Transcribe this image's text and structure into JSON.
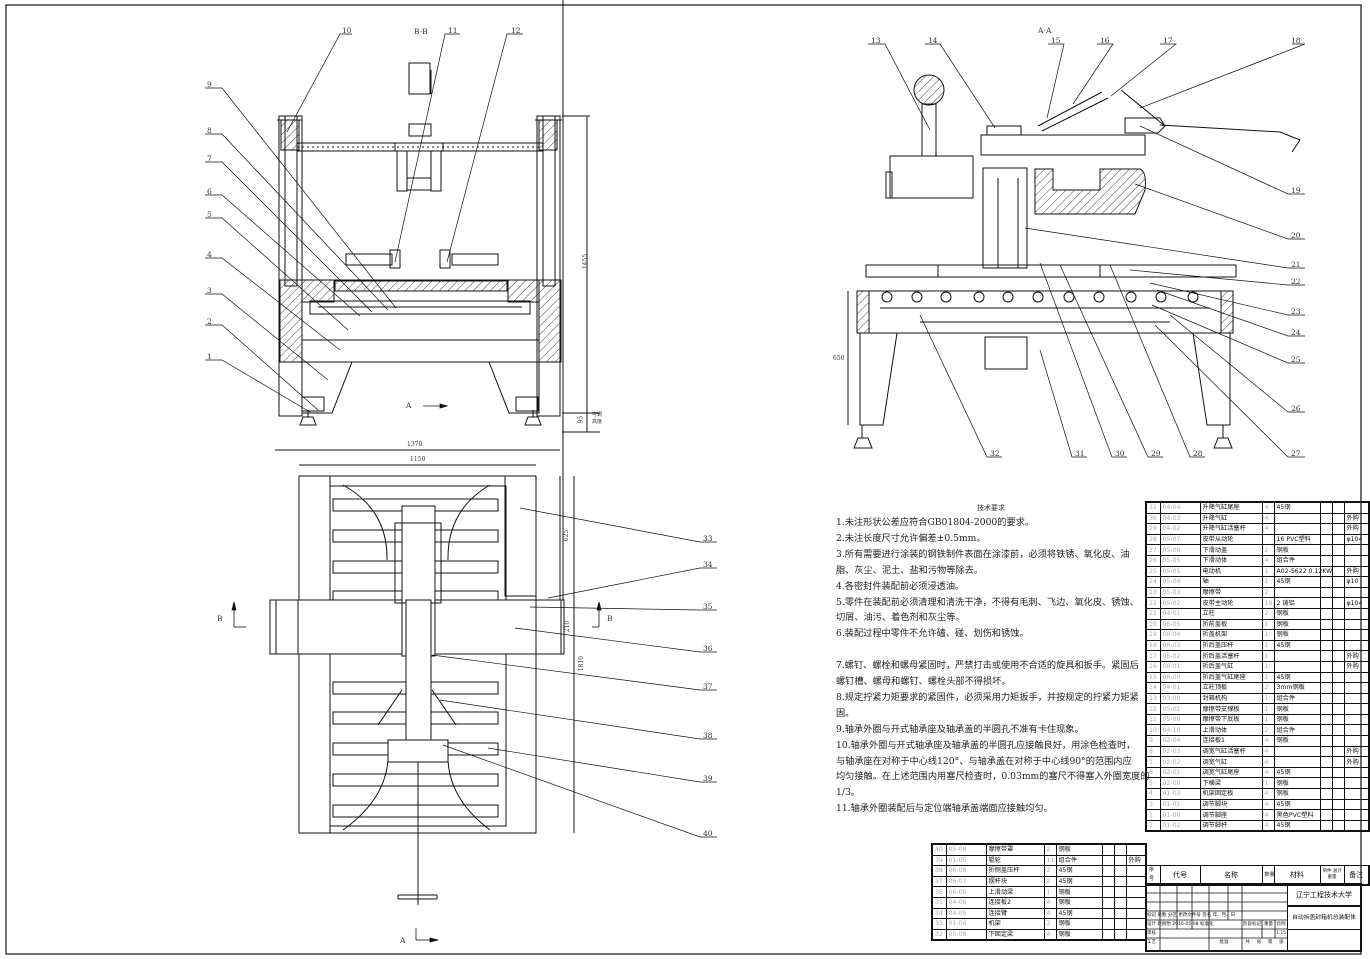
{
  "drawing": {
    "view_titles": {
      "section_bb": "B-B",
      "section_aa": "A-A"
    },
    "section_markers": {
      "a_top": "A",
      "a_bottom": "A",
      "b_left": "B",
      "b_right": "B"
    },
    "dimensions": {
      "front_height": "1455",
      "adjustable_height": "95",
      "adjustable_note": "可调高度",
      "overall_width": "1370",
      "frame_width": "1150",
      "top_depth": "625",
      "beam_width": "210",
      "overall_length": "1810",
      "side_height": "650"
    },
    "balloons": [
      "1",
      "2",
      "3",
      "4",
      "5",
      "6",
      "7",
      "8",
      "9",
      "10",
      "11",
      "12",
      "13",
      "14",
      "15",
      "16",
      "17",
      "18",
      "19",
      "20",
      "21",
      "22",
      "23",
      "24",
      "25",
      "26",
      "27",
      "28",
      "29",
      "30",
      "31",
      "32",
      "33",
      "34",
      "35",
      "36",
      "37",
      "38",
      "39",
      "40"
    ]
  },
  "tech_requirements": {
    "title": "技术要求",
    "lines": [
      "1.未注形状公差应符合GB01804-2000的要求。",
      "2.未注长度尺寸允许偏差±0.5mm。",
      "3.所有需要进行涂装的钢铁制件表面在涂漆前，必须将铁锈、氧化皮、油",
      "脂、灰尘、泥土、盐和污物等除去。",
      "4.各密封件装配前必须浸透油。",
      "5.零件在装配前必须清理和清洗干净，不得有毛刺、飞边、氧化皮、锈蚀、",
      "切屑、油污、着色剂和灰尘等。",
      "6.装配过程中零件不允许磕、碰、划伤和锈蚀。",
      "",
      "7.螺钉、螺栓和螺母紧固时，严禁打击或使用不合适的旋具和扳手。紧固后",
      "螺钉槽、螺母和螺钉、螺栓头部不得损坏。",
      "8.规定拧紧力矩要求的紧固件，必须采用力矩扳手，并按规定的拧紧力矩紧",
      "固。",
      "9.轴承外圈与开式轴承座及轴承盖的半圆孔不准有卡住现象。",
      "10.轴承外圈与开式轴承座及轴承盖的半圆孔应接触良好，用涂色检查时，",
      "与轴承座在对称于中心线120°、与轴承盖在对称于中心线90°的范围内应",
      "均匀接触。在上述范围内用塞尺检查时，0.03mm的塞尺不得塞入外圈宽度的",
      "1/3。",
      "11.轴承外圈装配后与定位端轴承盖端面应接触均匀。"
    ]
  },
  "bom_right": [
    {
      "no": "31",
      "code": "04-04",
      "name": "升降气缸尾座",
      "qty": "4",
      "material": "45钢",
      "note": ""
    },
    {
      "no": "30",
      "code": "04-03",
      "name": "升降气缸",
      "qty": "4",
      "material": "",
      "note": "外购"
    },
    {
      "no": "29",
      "code": "04-02",
      "name": "升降气缸活塞杆",
      "qty": "4",
      "material": "",
      "note": "外购"
    },
    {
      "no": "28",
      "code": "05-07",
      "name": "皮带从动轮",
      "qty": "",
      "material": "16 PVC塑料",
      "note": "φ104"
    },
    {
      "no": "27",
      "code": "05-06",
      "name": "下滑动盖",
      "qty": "2",
      "material": "钢板",
      "note": ""
    },
    {
      "no": "26",
      "code": "05-05",
      "name": "下滑动体",
      "qty": "4",
      "material": "组合件",
      "note": ""
    },
    {
      "no": "25",
      "code": "05-05",
      "name": "电动机",
      "qty": "1",
      "material": "A02-5622 0.12KW",
      "note": "外购"
    },
    {
      "no": "24",
      "code": "05-04",
      "name": "轴",
      "qty": "1",
      "material": "45钢",
      "note": "φ10"
    },
    {
      "no": "23",
      "code": "05-03",
      "name": "摩擦带",
      "qty": "2",
      "material": "",
      "note": ""
    },
    {
      "no": "22",
      "code": "05-02",
      "name": "皮带主动轮",
      "qty": "18",
      "material": "2 铸铝",
      "note": "φ104"
    },
    {
      "no": "21",
      "code": "04-01",
      "name": "立柱",
      "qty": "2",
      "material": "钢板",
      "note": ""
    },
    {
      "no": "20",
      "code": "06-05",
      "name": "折前盖板",
      "qty": "1",
      "material": "钢板",
      "note": ""
    },
    {
      "no": "19",
      "code": "06-04",
      "name": "折盖机架",
      "qty": "1",
      "material": "钢板",
      "note": ""
    },
    {
      "no": "18",
      "code": "06-03",
      "name": "折后盖压杆",
      "qty": "1",
      "material": "45钢",
      "note": ""
    },
    {
      "no": "17",
      "code": "06-02",
      "name": "折后盖活塞杆",
      "qty": "1",
      "material": "",
      "note": "外购"
    },
    {
      "no": "16",
      "code": "06-01",
      "name": "折后盖气缸",
      "qty": "1",
      "material": "",
      "note": "外购"
    },
    {
      "no": "15",
      "code": "06-00",
      "name": "折后盖气缸尾座",
      "qty": "1",
      "material": "45钢",
      "note": ""
    },
    {
      "no": "14",
      "code": "04-01",
      "name": "立柱顶板",
      "qty": "2",
      "material": "3mm钢板",
      "note": ""
    },
    {
      "no": "13",
      "code": "03-00",
      "name": "封箱机构",
      "qty": "1",
      "material": "组合件",
      "note": ""
    },
    {
      "no": "12",
      "code": "05-01",
      "name": "摩擦带支撑板",
      "qty": "1",
      "material": "钢板",
      "note": ""
    },
    {
      "no": "11",
      "code": "05-00",
      "name": "摩擦带下底板",
      "qty": "1",
      "material": "钢板",
      "note": ""
    },
    {
      "no": "10",
      "code": "04-10",
      "name": "上滑动体",
      "qty": "2",
      "material": "组合件",
      "note": ""
    },
    {
      "no": "9",
      "code": "02-04",
      "name": "连接板1",
      "qty": "4",
      "material": "钢板",
      "note": ""
    },
    {
      "no": "8",
      "code": "02-03",
      "name": "调宽气缸活塞杆",
      "qty": "4",
      "material": "",
      "note": "外购"
    },
    {
      "no": "7",
      "code": "02-02",
      "name": "调宽气缸",
      "qty": "4",
      "material": "",
      "note": "外购"
    },
    {
      "no": "6",
      "code": "02-01",
      "name": "调宽气缸尾座",
      "qty": "4",
      "material": "45钢",
      "note": ""
    },
    {
      "no": "5",
      "code": "02-00",
      "name": "下横梁",
      "qty": "1",
      "material": "钢板",
      "note": ""
    },
    {
      "no": "4",
      "code": "01-03",
      "name": "机架固定板",
      "qty": "4",
      "material": "钢板",
      "note": ""
    },
    {
      "no": "3",
      "code": "01-01",
      "name": "调节脚块",
      "qty": "4",
      "material": "45钢",
      "note": ""
    },
    {
      "no": "1",
      "code": "01-00",
      "name": "调节脚座",
      "qty": "4",
      "material": "黑色PVC塑料",
      "note": ""
    },
    {
      "no": "2",
      "code": "01-02",
      "name": "调节脚杆",
      "qty": "4",
      "material": "45钢",
      "note": ""
    }
  ],
  "bom_left": [
    {
      "no": "40",
      "code": "05-08",
      "name": "摩擦带罩",
      "qty": "2",
      "material": "钢板",
      "note": ""
    },
    {
      "no": "39",
      "code": "01-05",
      "name": "辊轮",
      "qty": "11",
      "material": "组合件",
      "note": "外购"
    },
    {
      "no": "38",
      "code": "06-08",
      "name": "折侧盖压杆",
      "qty": "2",
      "material": "45钢",
      "note": ""
    },
    {
      "no": "37",
      "code": "06-07",
      "name": "摆杆块",
      "qty": "2",
      "material": "45钢",
      "note": ""
    },
    {
      "no": "36",
      "code": "06-06",
      "name": "上滑动梁",
      "qty": "1",
      "material": "钢板",
      "note": ""
    },
    {
      "no": "35",
      "code": "04-06",
      "name": "连接板2",
      "qty": "4",
      "material": "钢板",
      "note": ""
    },
    {
      "no": "34",
      "code": "04-05",
      "name": "连接臂",
      "qty": "4",
      "material": "45钢",
      "note": ""
    },
    {
      "no": "33",
      "code": "01-04",
      "name": "机架",
      "qty": "2",
      "material": "钢板",
      "note": ""
    },
    {
      "no": "32",
      "code": "05-08",
      "name": "下固定梁",
      "qty": "4",
      "material": "钢板",
      "note": ""
    }
  ],
  "bom_header": {
    "no": "序号",
    "code": "代号",
    "name": "名称",
    "qty": "数量",
    "material": "材料",
    "unit_weight": "单件",
    "total_weight": "总计",
    "weight": "重量",
    "note": "备注"
  },
  "title_block": {
    "school": "辽宁工程技术大学",
    "drawing_name": "自动拆盖封箱机总装配体",
    "scale_label": "比例",
    "scale": "1:15",
    "mass_label": "重量",
    "stage_label": "阶段标记",
    "sheets": [
      "共",
      "张",
      "第",
      "张"
    ],
    "row_labels": [
      "标记",
      "处数",
      "分区",
      "更改文件号",
      "签名",
      "年、月、日"
    ],
    "design": "设计",
    "designer": "赵婉怡",
    "date": "2016-05-08",
    "standardize": "标准化",
    "review": "审核",
    "process": "工艺",
    "approve": "批准"
  }
}
